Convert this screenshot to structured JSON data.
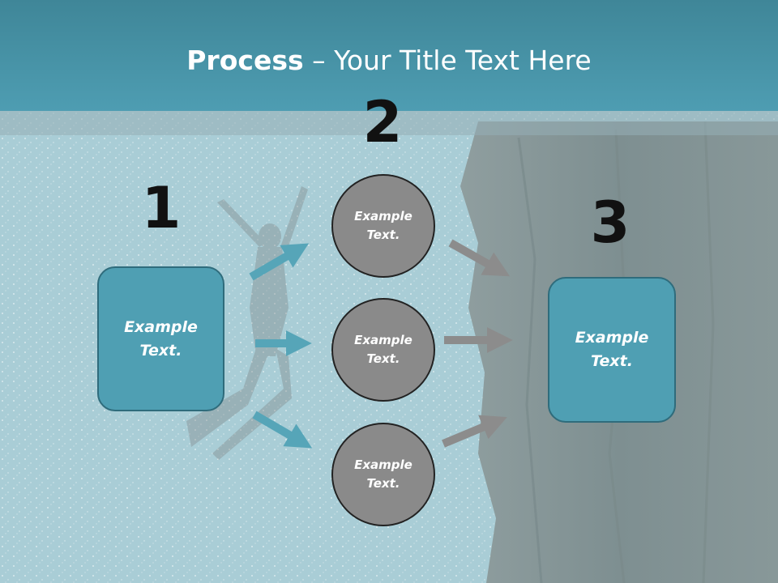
{
  "title": {
    "bold": "Process",
    "rest": " – Your Title Text Here"
  },
  "steps": {
    "one": "1",
    "two": "2",
    "three": "3"
  },
  "boxes": {
    "left": {
      "line1": "Example",
      "line2": "Text."
    },
    "right": {
      "line1": "Example",
      "line2": "Text."
    }
  },
  "circles": [
    {
      "line1": "Example",
      "line2": "Text."
    },
    {
      "line1": "Example",
      "line2": "Text."
    },
    {
      "line1": "Example",
      "line2": "Text."
    }
  ],
  "colors": {
    "accent": "#4f9fb3",
    "circle": "#8a8a8a",
    "arrow_blue": "#56a5b8",
    "arrow_gray": "#8c8c8c"
  }
}
